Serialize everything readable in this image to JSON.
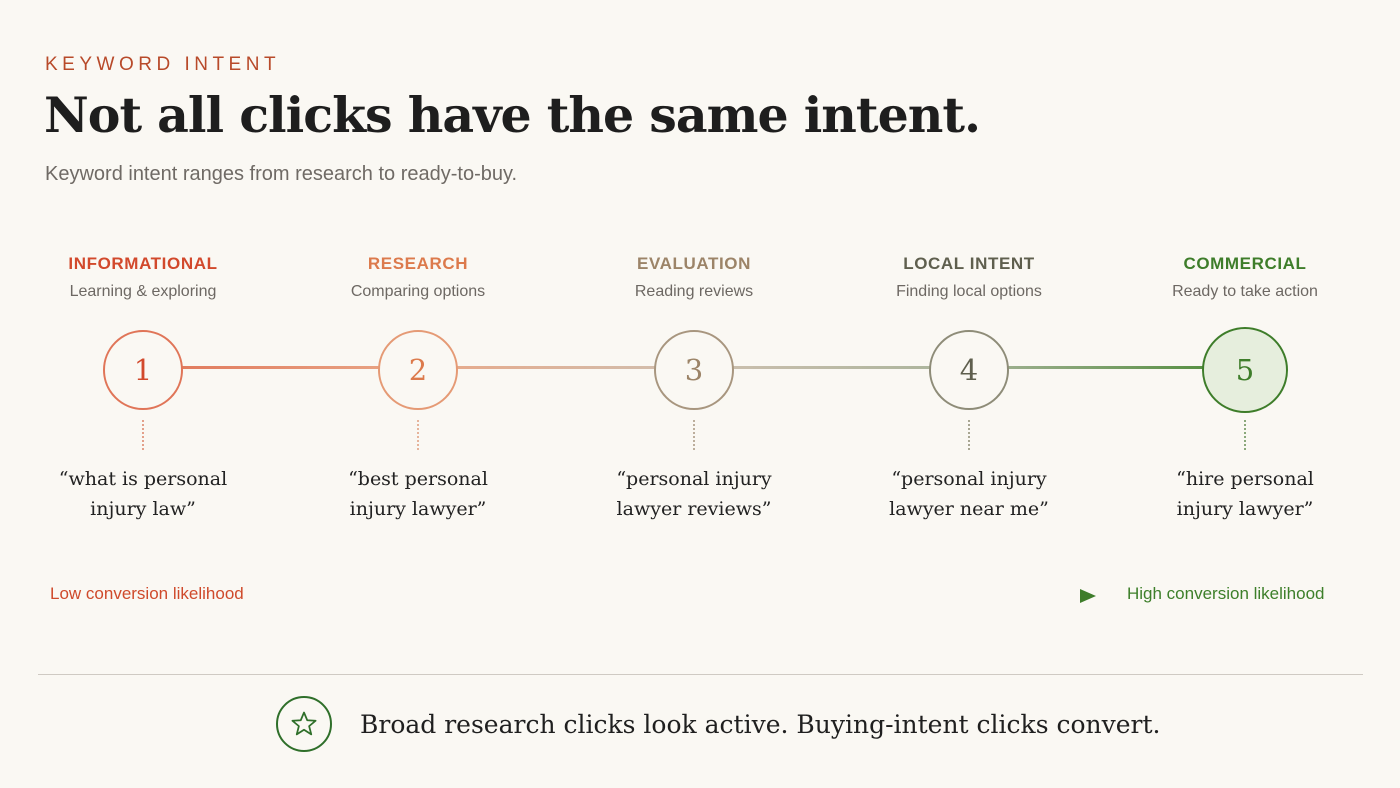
{
  "header": {
    "eyebrow": "KEYWORD INTENT",
    "title": "Not all clicks have the same intent.",
    "subtitle": "Keyword intent ranges from research to ready-to-buy."
  },
  "stages": [
    {
      "name": "INFORMATIONAL",
      "description": "Learning & exploring",
      "number": "1",
      "query": "“what is personal\ninjury law”",
      "color": "#d2492c",
      "ring": "#e07558",
      "dots": "#e3a08a"
    },
    {
      "name": "RESEARCH",
      "description": "Comparing options",
      "number": "2",
      "query": "“best personal\ninjury lawyer”",
      "color": "#dc7a4c",
      "ring": "#e59a75",
      "dots": "#e6b49b"
    },
    {
      "name": "EVALUATION",
      "description": "Reading reviews",
      "number": "3",
      "query": "“personal injury\nlawyer reviews”",
      "color": "#9c8468",
      "ring": "#a8967f",
      "dots": "#bcae9c"
    },
    {
      "name": "LOCAL INTENT",
      "description": "Finding local options",
      "number": "4",
      "query": "“personal injury\nlawyer near me”",
      "color": "#5f5f4e",
      "ring": "#8e8c78",
      "dots": "#a8a692"
    },
    {
      "name": "COMMERCIAL",
      "description": "Ready to take action",
      "number": "5",
      "query": "“hire personal\ninjury lawyer”",
      "color": "#3e7d2a",
      "ring": "#3e7d2a",
      "dots": "#8aa87a"
    }
  ],
  "scale": {
    "low_label": "Low conversion likelihood",
    "high_label": "High conversion likelihood"
  },
  "footer": {
    "icon": "star-icon",
    "text": "Broad research clicks look active. Buying-intent clicks convert."
  }
}
